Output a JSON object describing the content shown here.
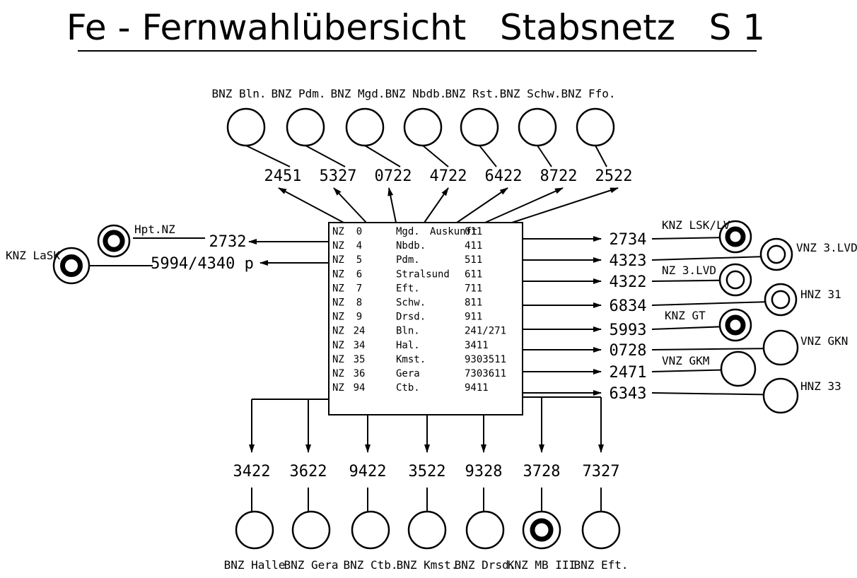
{
  "title": "Fe - Fernwahlübersicht   Stabsnetz   S 1",
  "top_nodes": [
    {
      "label": "BNZ Bln.",
      "code": "2451"
    },
    {
      "label": "BNZ Pdm.",
      "code": "5327"
    },
    {
      "label": "BNZ Mgd.",
      "code": "0722"
    },
    {
      "label": "BNZ Nbdb.",
      "code": "4722"
    },
    {
      "label": "BNZ Rst.",
      "code": "6422"
    },
    {
      "label": "BNZ Schw.",
      "code": "8722"
    },
    {
      "label": "BNZ Ffo.",
      "code": "2522"
    }
  ],
  "bottom_nodes": [
    {
      "label": "BNZ Halle",
      "code": "3422"
    },
    {
      "label": "BNZ Gera",
      "code": "3622"
    },
    {
      "label": "BNZ Ctb.",
      "code": "9422"
    },
    {
      "label": "BNZ Kmst.",
      "code": "3522"
    },
    {
      "label": "BNZ Drsd.",
      "code": "9328"
    },
    {
      "label": "KNZ MB III",
      "code": "3728"
    },
    {
      "label": "BNZ Eft.",
      "code": "7327"
    }
  ],
  "left_nodes": [
    {
      "label": "Hpt.NZ",
      "code": "2732"
    },
    {
      "label": "KNZ LaSK",
      "code": "5994/4340 p"
    }
  ],
  "right_nodes": [
    {
      "label": "KNZ LSK/LV",
      "code": "2734"
    },
    {
      "label": "VNZ 3.LVD",
      "code": "4323"
    },
    {
      "label": "NZ 3.LVD",
      "code": "4322"
    },
    {
      "label": "HNZ 31",
      "code": "6834"
    },
    {
      "label": "KNZ GT",
      "code": "5993"
    },
    {
      "label": "VNZ GKN",
      "code": "0728"
    },
    {
      "label": "VNZ GKM",
      "code": "2471"
    },
    {
      "label": "HNZ 33",
      "code": "6343"
    }
  ],
  "table": [
    {
      "nz": "NZ",
      "num": "0",
      "name": "Mgd.",
      "extra": "Auskunft",
      "code": "011"
    },
    {
      "nz": "NZ",
      "num": "4",
      "name": "Nbdb.",
      "extra": "",
      "code": "411"
    },
    {
      "nz": "NZ",
      "num": "5",
      "name": "Pdm.",
      "extra": "",
      "code": "511"
    },
    {
      "nz": "NZ",
      "num": "6",
      "name": "Stralsund",
      "extra": "",
      "code": "611"
    },
    {
      "nz": "NZ",
      "num": "7",
      "name": "Eft.",
      "extra": "",
      "code": "711"
    },
    {
      "nz": "NZ",
      "num": "8",
      "name": "Schw.",
      "extra": "",
      "code": "811"
    },
    {
      "nz": "NZ",
      "num": "9",
      "name": "Drsd.",
      "extra": "",
      "code": "911"
    },
    {
      "nz": "NZ",
      "num": "24",
      "name": "Bln.",
      "extra": "",
      "code": "241/271"
    },
    {
      "nz": "NZ",
      "num": "34",
      "name": "Hal.",
      "extra": "",
      "code": "3411"
    },
    {
      "nz": "NZ",
      "num": "35",
      "name": "Kmst.",
      "extra": "",
      "code": "9303511"
    },
    {
      "nz": "NZ",
      "num": "36",
      "name": "Gera",
      "extra": "",
      "code": "7303611"
    },
    {
      "nz": "NZ",
      "num": "94",
      "name": "Ctb.",
      "extra": "",
      "code": "9411"
    }
  ]
}
